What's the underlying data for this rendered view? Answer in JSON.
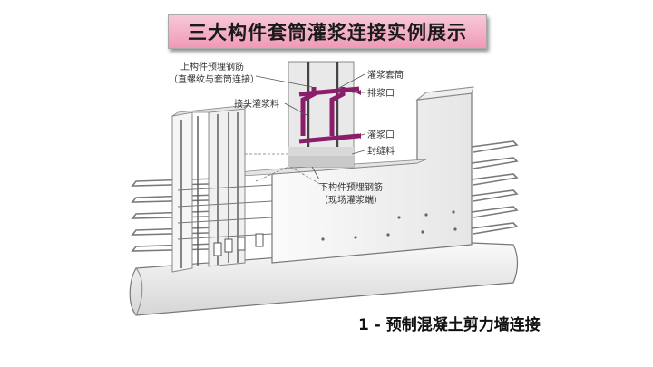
{
  "title": "三大构件套筒灌浆连接实例展示",
  "annotations": {
    "upper_rebar_line1": "上构件预埋钢筋",
    "upper_rebar_line2": "（直螺纹与套筒连接）",
    "joint_grout": "接头灌浆料",
    "grout_sleeve": "灌浆套筒",
    "outlet": "排浆口",
    "inlet": "灌浆口",
    "seal": "封缝料",
    "lower_rebar_line1": "下构件预埋钢筋",
    "lower_rebar_line2": "（现场灌浆端）"
  },
  "caption": "1 - 预制混凝土剪力墙连接",
  "colors": {
    "banner": "#f4adc6",
    "sleeve": "#8b1e6b",
    "concrete": "#f2f2f2",
    "rebar": "#777777"
  }
}
